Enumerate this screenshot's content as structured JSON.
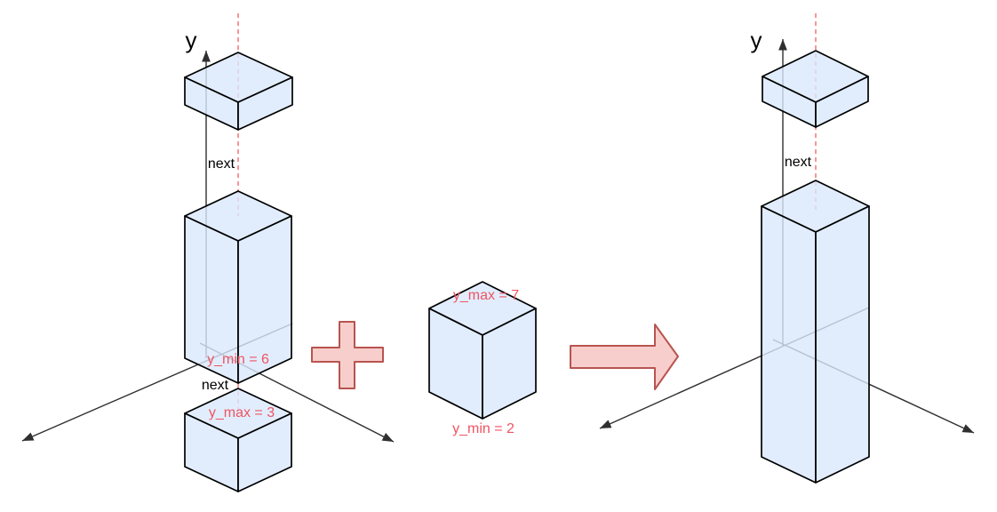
{
  "left_diagram": {
    "y_axis_label": "y",
    "next_label_upper": "next",
    "tall_box_label": "y_min = 6",
    "next_label_lower": "next",
    "bottom_cube_label": "y_max = 3"
  },
  "new_chunk": {
    "top_label": "y_max = 7",
    "bottom_label": "y_min = 2"
  },
  "right_diagram": {
    "y_axis_label": "y",
    "next_label": "next"
  },
  "colors": {
    "background": "#ffffff",
    "box_fill": "#dae8fc",
    "box_stroke": "#000000",
    "operator_fill": "#f8cecc",
    "operator_stroke": "#b85450",
    "guide_dashed_line": "#f78a8a",
    "value_label_text": "#f05462",
    "axis_line": "#2f2f2f",
    "text": "#000000"
  }
}
